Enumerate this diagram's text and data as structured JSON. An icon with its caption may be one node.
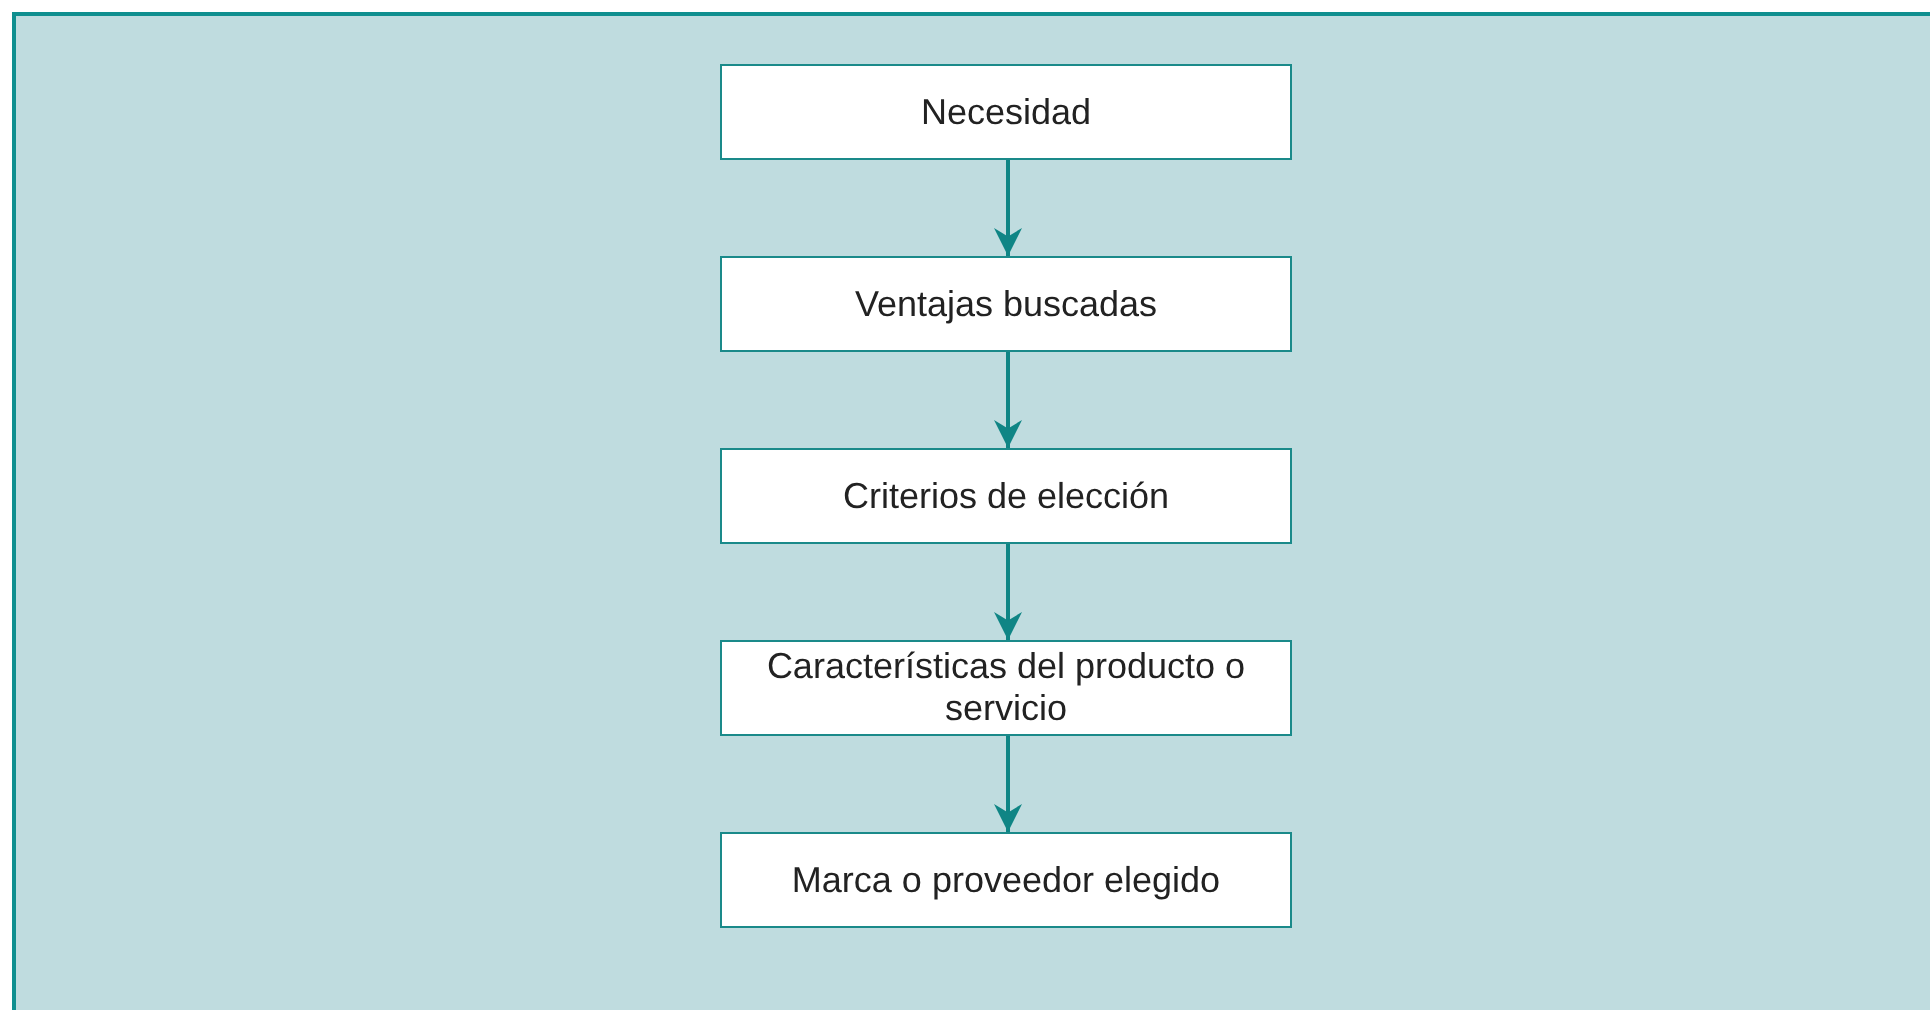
{
  "diagram": {
    "nodes": [
      {
        "text": [
          "Necesidad"
        ]
      },
      {
        "text": [
          "Ventajas buscadas"
        ]
      },
      {
        "text": [
          "Criterios de elección"
        ]
      },
      {
        "text": [
          "Características del producto o servicio"
        ]
      },
      {
        "text": [
          "Marca o proveedor elegido"
        ]
      }
    ],
    "edges": [
      {
        "from": 0,
        "to": 1,
        "arrow": "to"
      },
      {
        "from": 1,
        "to": 2,
        "arrow": "to"
      },
      {
        "from": 2,
        "to": 3,
        "arrow": "to"
      },
      {
        "from": 3,
        "to": 4,
        "arrow": "to"
      }
    ]
  }
}
